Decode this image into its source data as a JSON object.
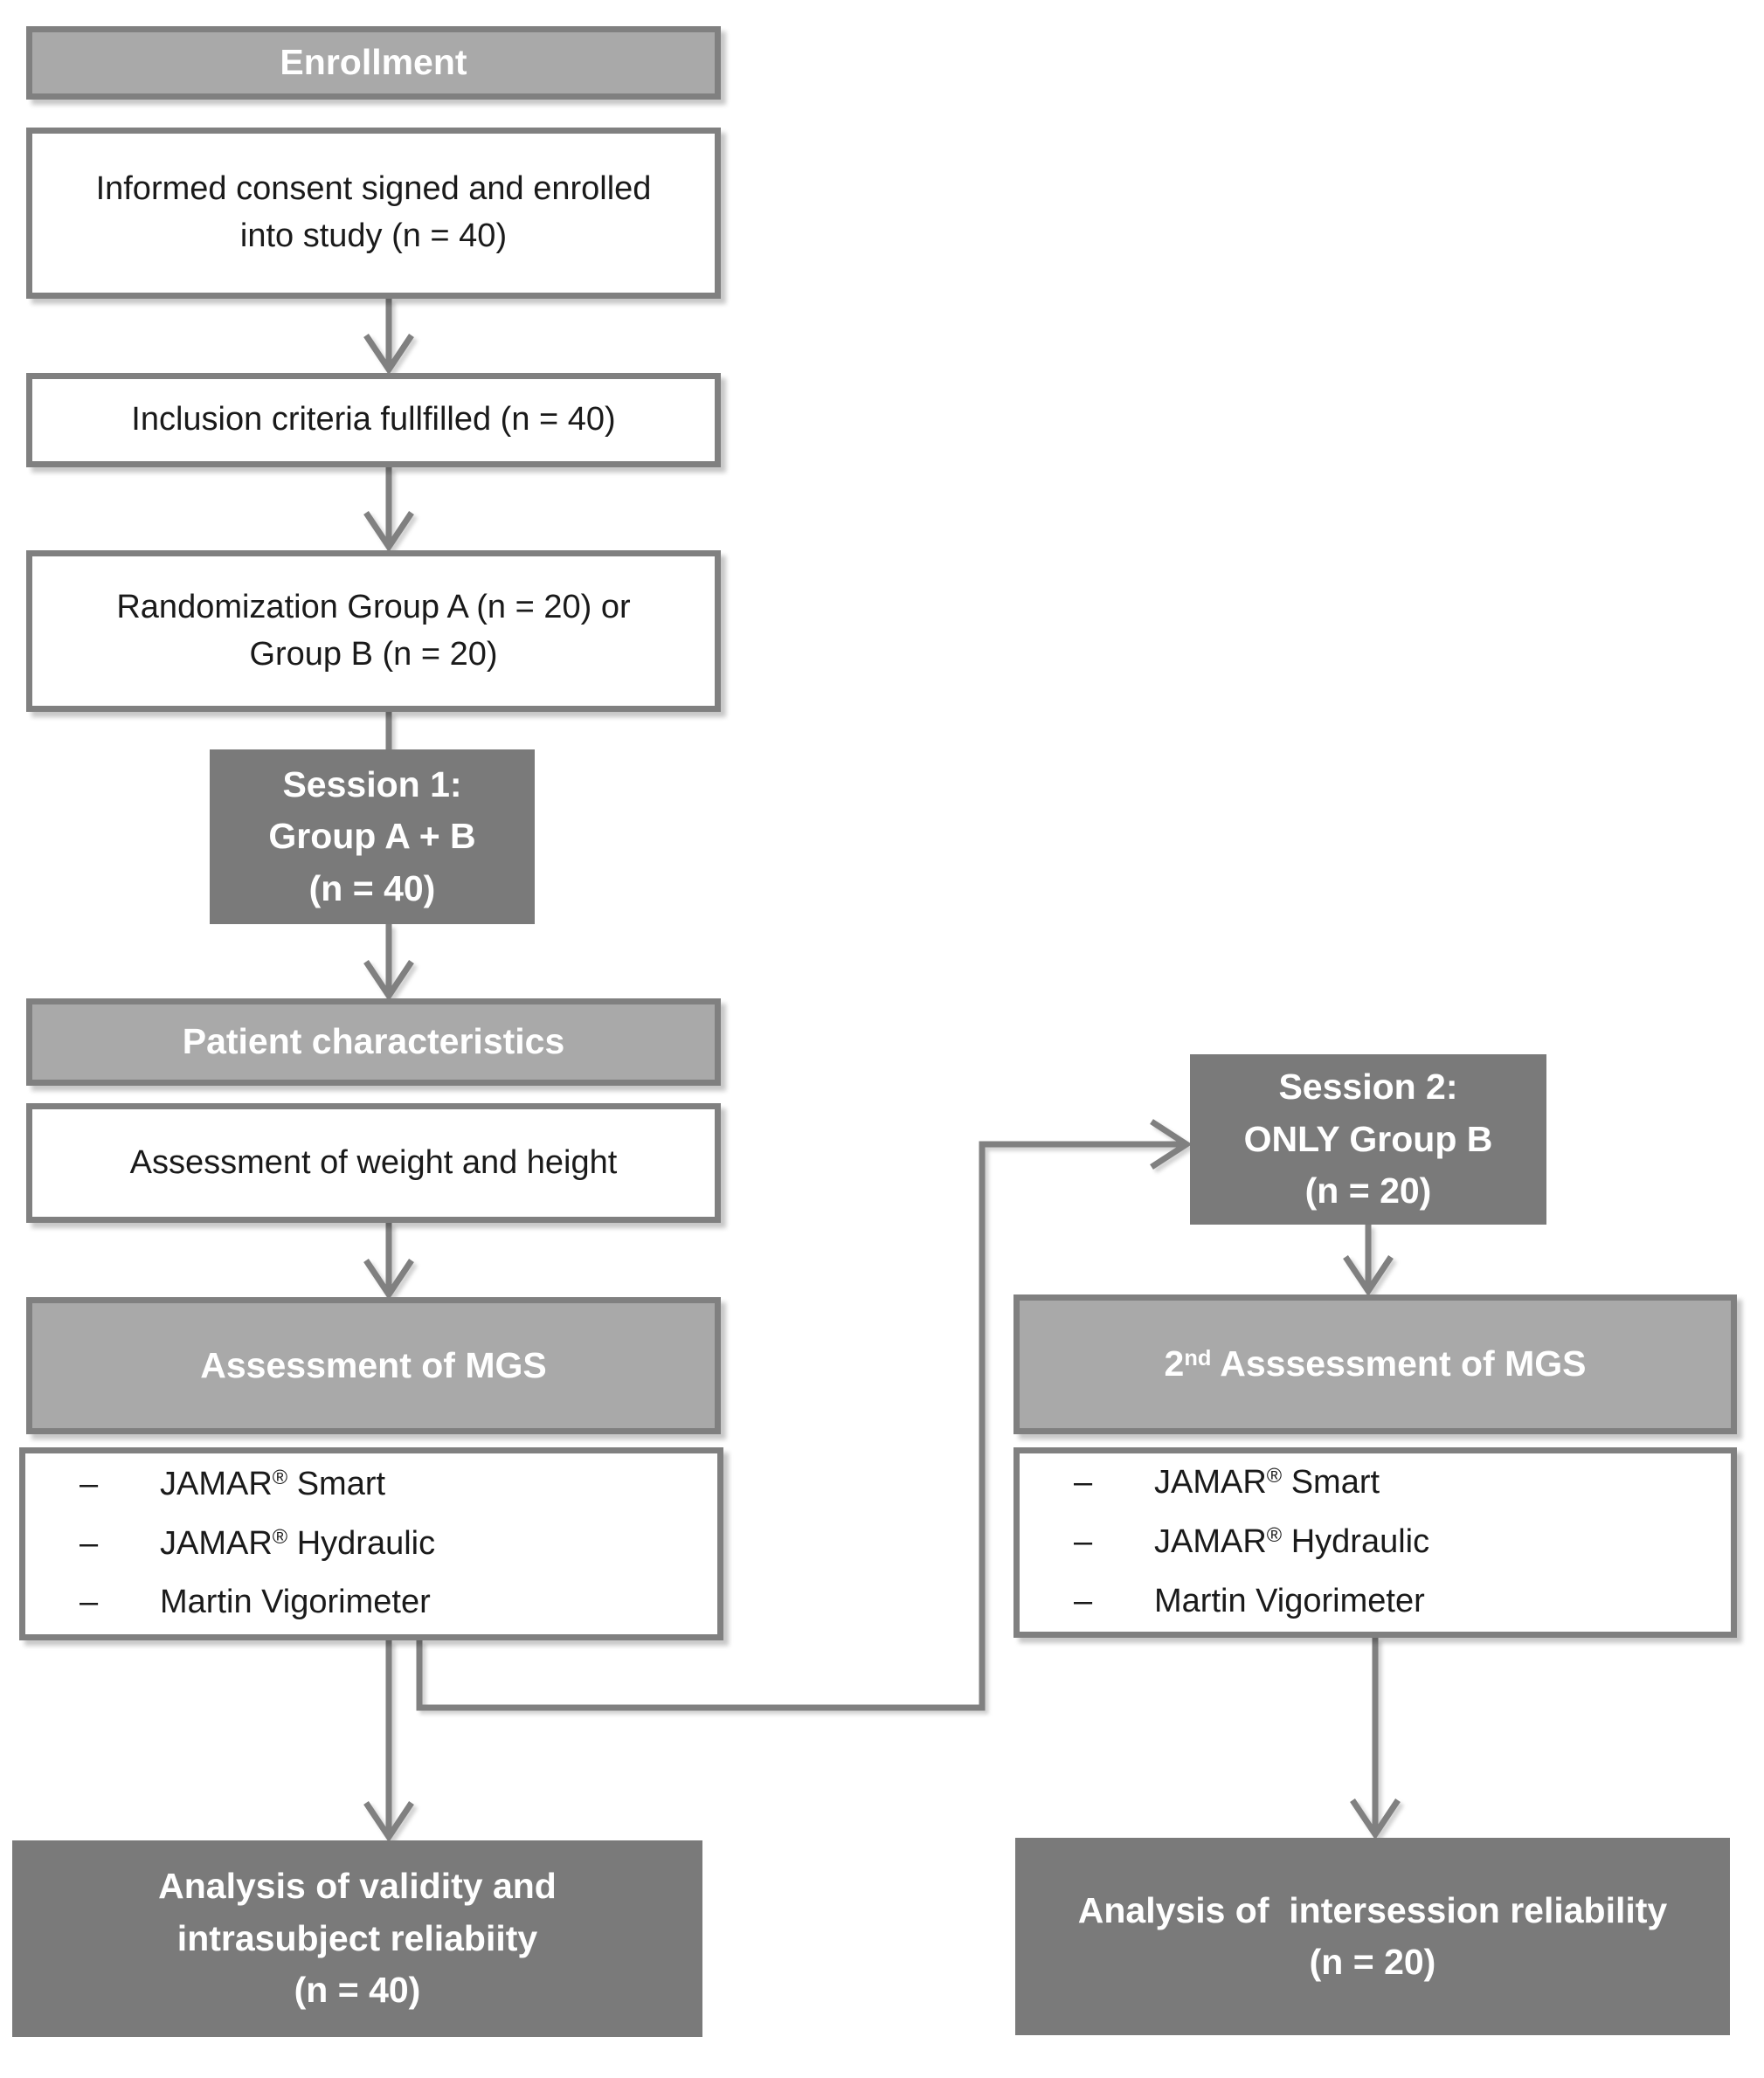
{
  "diagram": {
    "type": "flowchart",
    "background": "#ffffff",
    "colors": {
      "header_fill": "#a9a9a9",
      "dark_fill": "#7a7a7a",
      "box_border": "#808080",
      "connector": "#808080",
      "text_dark": "#1a1a1a",
      "text_light": "#ffffff"
    },
    "nodes": {
      "enrollment": {
        "label": "Enrollment"
      },
      "consent": {
        "text": "Informed consent signed and enrolled\ninto study (n = 40)"
      },
      "inclusion": {
        "text": "Inclusion criteria fullfilled (n = 40)"
      },
      "randomization": {
        "text": "Randomization Group A (n = 20) or\nGroup B (n = 20)"
      },
      "session1": {
        "text": "Session 1:\nGroup A + B\n(n = 40)"
      },
      "patient_characteristics": {
        "label": "Patient characteristics"
      },
      "assessment_mgs": {
        "label": "Assessment of MGS"
      },
      "weight_height": {
        "text": "Assessment of weight and height"
      },
      "instruments_session1": {
        "bullet": "–",
        "items": [
          {
            "pre": "JAMAR",
            "sup": "®",
            "post": " Smart"
          },
          {
            "pre": "JAMAR",
            "sup": "®",
            "post": " Hydraulic"
          },
          {
            "pre": "Martin Vigorimeter",
            "sup": "",
            "post": ""
          }
        ]
      },
      "analysis_validity": {
        "text": "Analysis of validity and\nintrasubject reliabiity\n(n = 40)"
      },
      "session2": {
        "text": "Session 2:\nONLY Group B\n(n = 20)"
      },
      "assessment_mgs_2nd": {
        "pre": "2",
        "sup": "nd",
        "post": " Asssessment of MGS"
      },
      "instruments_session2": {
        "bullet": "–",
        "items": [
          {
            "pre": "JAMAR",
            "sup": "®",
            "post": " Smart"
          },
          {
            "pre": "JAMAR",
            "sup": "®",
            "post": " Hydraulic"
          },
          {
            "pre": "Martin Vigorimeter",
            "sup": "",
            "post": ""
          }
        ]
      },
      "analysis_intersession": {
        "text": "Analysis of  intersession reliability\n(n = 20)"
      }
    }
  }
}
